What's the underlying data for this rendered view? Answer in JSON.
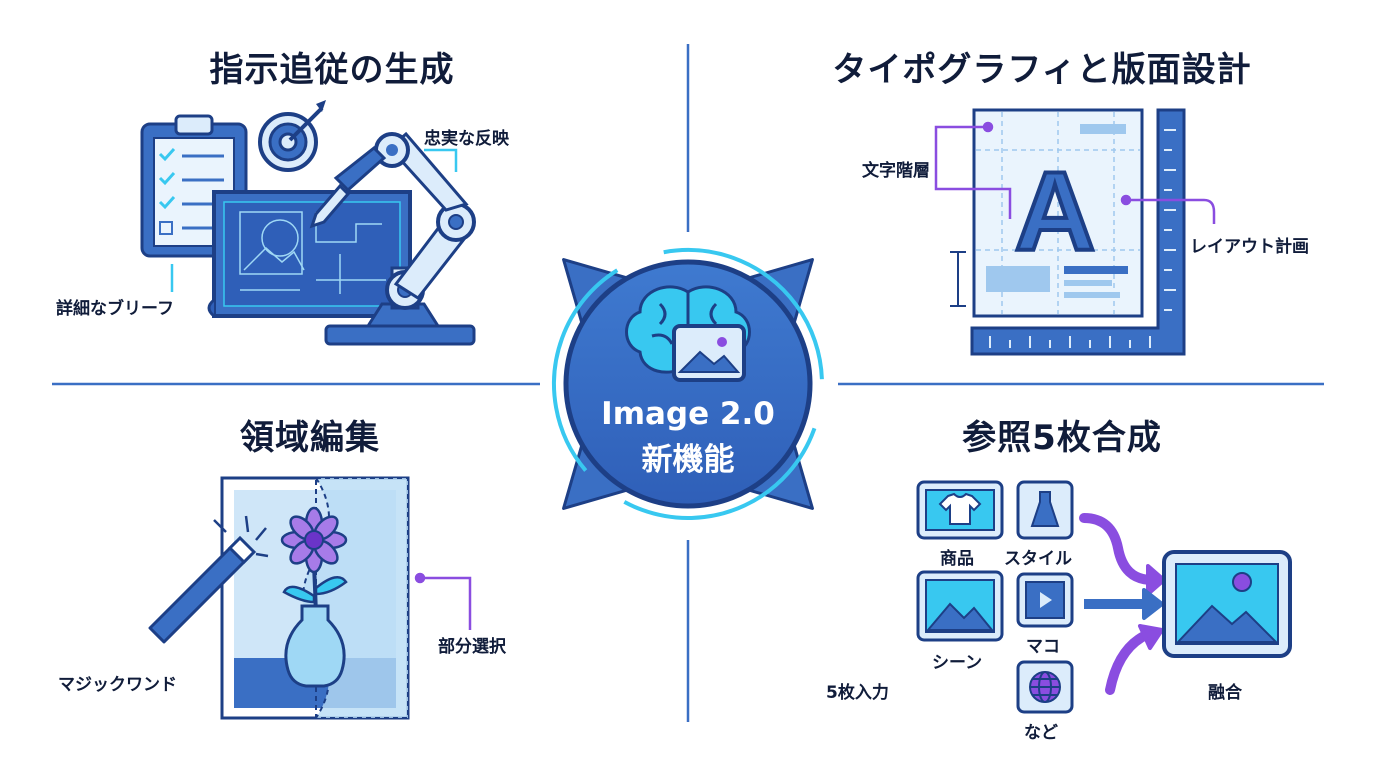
{
  "center": {
    "line1": "Image 2.0",
    "line2": "新機能"
  },
  "sections": {
    "instruction": {
      "title": "指示追従の生成",
      "labels": {
        "faithful": "忠実な反映",
        "brief": "詳細なブリーフ"
      }
    },
    "typography": {
      "title": "タイポグラフィと版面設計",
      "labels": {
        "hierarchy": "文字階層",
        "layout": "レイアウト計画"
      },
      "letter": "A"
    },
    "region": {
      "title": "領域編集",
      "labels": {
        "selection": "部分選択",
        "wand": "マジックワンド"
      }
    },
    "reference": {
      "title": "参照5枚合成",
      "labels": {
        "product": "商品",
        "style": "スタイル",
        "scene": "シーン",
        "mako": "マコ",
        "etc": "など",
        "input": "5枚入力",
        "fusion": "融合"
      }
    }
  },
  "icons": [
    "brain-icon",
    "image-icon",
    "clipboard-icon",
    "target-icon",
    "robot-arm-icon",
    "blueprint-icon",
    "ruler-icon",
    "magic-wand-icon",
    "flower-vase-icon",
    "tshirt-icon",
    "dress-icon",
    "landscape-icon",
    "video-icon",
    "globe-icon"
  ],
  "colors": {
    "primary": "#3a6fc4",
    "navy": "#1d3f86",
    "cyan": "#38c8f0",
    "purple": "#8a4de0",
    "light": "#dcecfb"
  }
}
